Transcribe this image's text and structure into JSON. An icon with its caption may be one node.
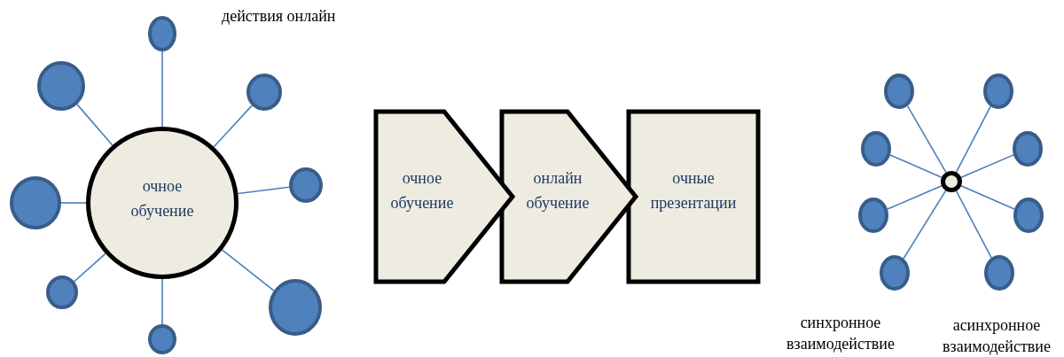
{
  "diagram": {
    "nodes": [
      {
        "text": [
          "очное обучение"
        ]
      },
      {
        "text": [],
        "shape": "circle"
      },
      {
        "text": [],
        "shape": "circle"
      },
      {
        "text": [],
        "shape": "circle"
      },
      {
        "text": [],
        "shape": "circle"
      },
      {
        "text": [],
        "shape": "circle"
      },
      {
        "text": [],
        "shape": "circle"
      },
      {
        "text": [],
        "shape": "circle"
      },
      {
        "text": [],
        "shape": "circle"
      },
      {
        "text": [
          "очное обучение"
        ]
      },
      {
        "text": [
          "онлайн обучение"
        ]
      },
      {
        "text": [
          "очные презентации"
        ]
      },
      {
        "text": [],
        "shape": "circle"
      },
      {
        "text": [],
        "shape": "circle"
      },
      {
        "text": [],
        "shape": "circle"
      },
      {
        "text": [],
        "shape": "circle"
      },
      {
        "text": [],
        "shape": "circle"
      },
      {
        "text": [],
        "shape": "circle"
      },
      {
        "text": [],
        "shape": "circle"
      },
      {
        "text": [],
        "shape": "circle"
      },
      {
        "text": [],
        "shape": "circle"
      }
    ],
    "edges": [
      {
        "from": 0,
        "to": 1,
        "arrow": "none"
      },
      {
        "from": 0,
        "to": 2,
        "arrow": "none"
      },
      {
        "from": 0,
        "to": 3,
        "arrow": "none"
      },
      {
        "from": 0,
        "to": 4,
        "arrow": "none"
      },
      {
        "from": 0,
        "to": 5,
        "arrow": "none"
      },
      {
        "from": 0,
        "to": 6,
        "arrow": "none"
      },
      {
        "from": 0,
        "to": 7,
        "arrow": "none"
      },
      {
        "from": 0,
        "to": 8,
        "arrow": "none"
      },
      {
        "from": 12,
        "to": 13,
        "arrow": "none"
      },
      {
        "from": 12,
        "to": 14,
        "arrow": "none"
      },
      {
        "from": 12,
        "to": 15,
        "arrow": "none"
      },
      {
        "from": 12,
        "to": 16,
        "arrow": "none"
      },
      {
        "from": 12,
        "to": 17,
        "arrow": "none"
      },
      {
        "from": 12,
        "to": 18,
        "arrow": "none"
      },
      {
        "from": 12,
        "to": 19,
        "arrow": "none"
      },
      {
        "from": 12,
        "to": 20,
        "arrow": "none"
      }
    ],
    "labels": [
      "действия онлайн",
      "синхронное взаимодействие",
      "асинхронное взаимодействие"
    ]
  }
}
